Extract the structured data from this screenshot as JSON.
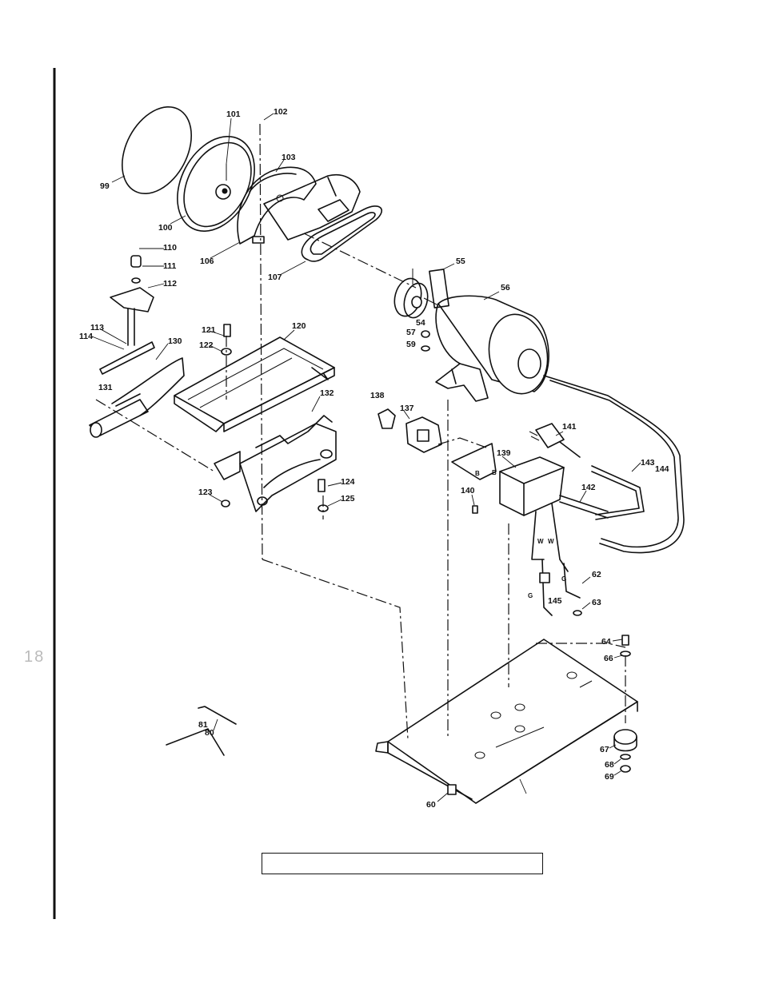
{
  "page": {
    "page_number": "18"
  },
  "caption": {
    "text": ""
  },
  "labels": [
    "99",
    "100",
    "101",
    "102",
    "103",
    "106",
    "107",
    "55",
    "56",
    "54",
    "57",
    "59",
    "110",
    "111",
    "112",
    "113",
    "114",
    "130",
    "131",
    "121",
    "122",
    "120",
    "132",
    "138",
    "137",
    "141",
    "139",
    "140",
    "143",
    "144",
    "142",
    "123",
    "124",
    "125",
    "62",
    "145",
    "63",
    "64",
    "66",
    "67",
    "68",
    "69",
    "60",
    "81",
    "80",
    "B",
    "B",
    "W",
    "W",
    "G",
    "G"
  ]
}
